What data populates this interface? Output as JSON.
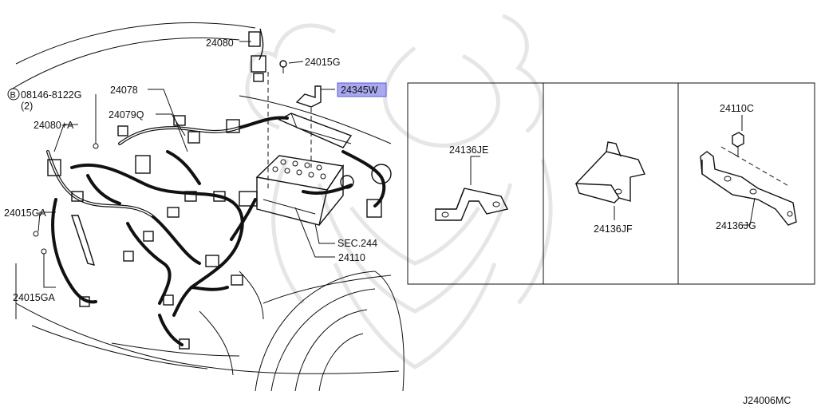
{
  "labels": {
    "p24080_top": "24080",
    "p24015g": "24015G",
    "p24345w": "24345W",
    "p08146": "08146-8122G",
    "p08146_qty": "(2)",
    "p24078": "24078",
    "p24079q": "24079Q",
    "p24080a": "24080+A",
    "p24015ga_1": "24015GA",
    "p24015ga_2": "24015GA",
    "sec244": "SEC.244",
    "p24110": "24110",
    "p24136je": "24136JE",
    "p24136jf": "24136JF",
    "p24110c": "24110C",
    "p24136jg": "24136JG",
    "bolt_symbol": "B",
    "diagram_code": "J24006MC"
  },
  "colors": {
    "line": "#111111",
    "highlight_fill": "#a9a9f2",
    "highlight_stroke": "#5a5ad0",
    "watermark": "#e6e6e6"
  },
  "highlighted_part": "24345W"
}
